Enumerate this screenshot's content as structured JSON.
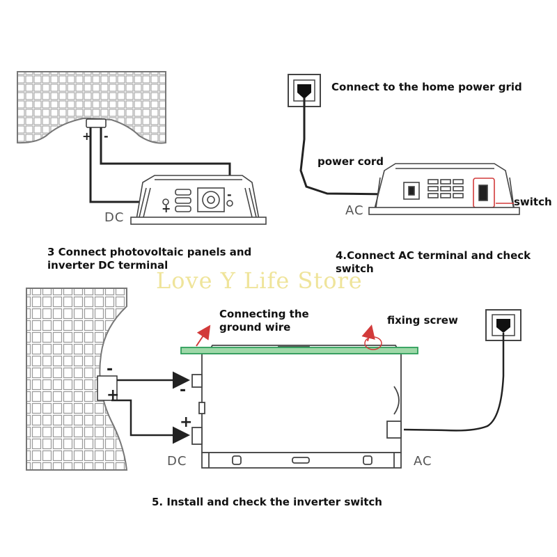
{
  "captions": {
    "step3": "3 Connect photovoltaic panels and\n inverter DC terminal",
    "step4": "4.Connect AC terminal and check\nswitch",
    "step5": "5. Install and check the inverter switch"
  },
  "labels": {
    "grid": "Connect to the home power grid",
    "power_cord": "power cord",
    "switch": "switch",
    "ground_wire": "Connecting the\nground wire",
    "fixing_screw": "fixing screw"
  },
  "terminals": {
    "dc_top": "DC",
    "ac_top": "AC",
    "dc_bottom": "DC",
    "ac_bottom": "AC",
    "plus": "+",
    "minus": "-"
  },
  "watermark": "Love Y Life Store",
  "colors": {
    "line": "#222222",
    "panel": "#888888",
    "green_bar": "#2e9e5a",
    "red_arrow": "#d23a3a",
    "watermark": "#efe49a"
  }
}
